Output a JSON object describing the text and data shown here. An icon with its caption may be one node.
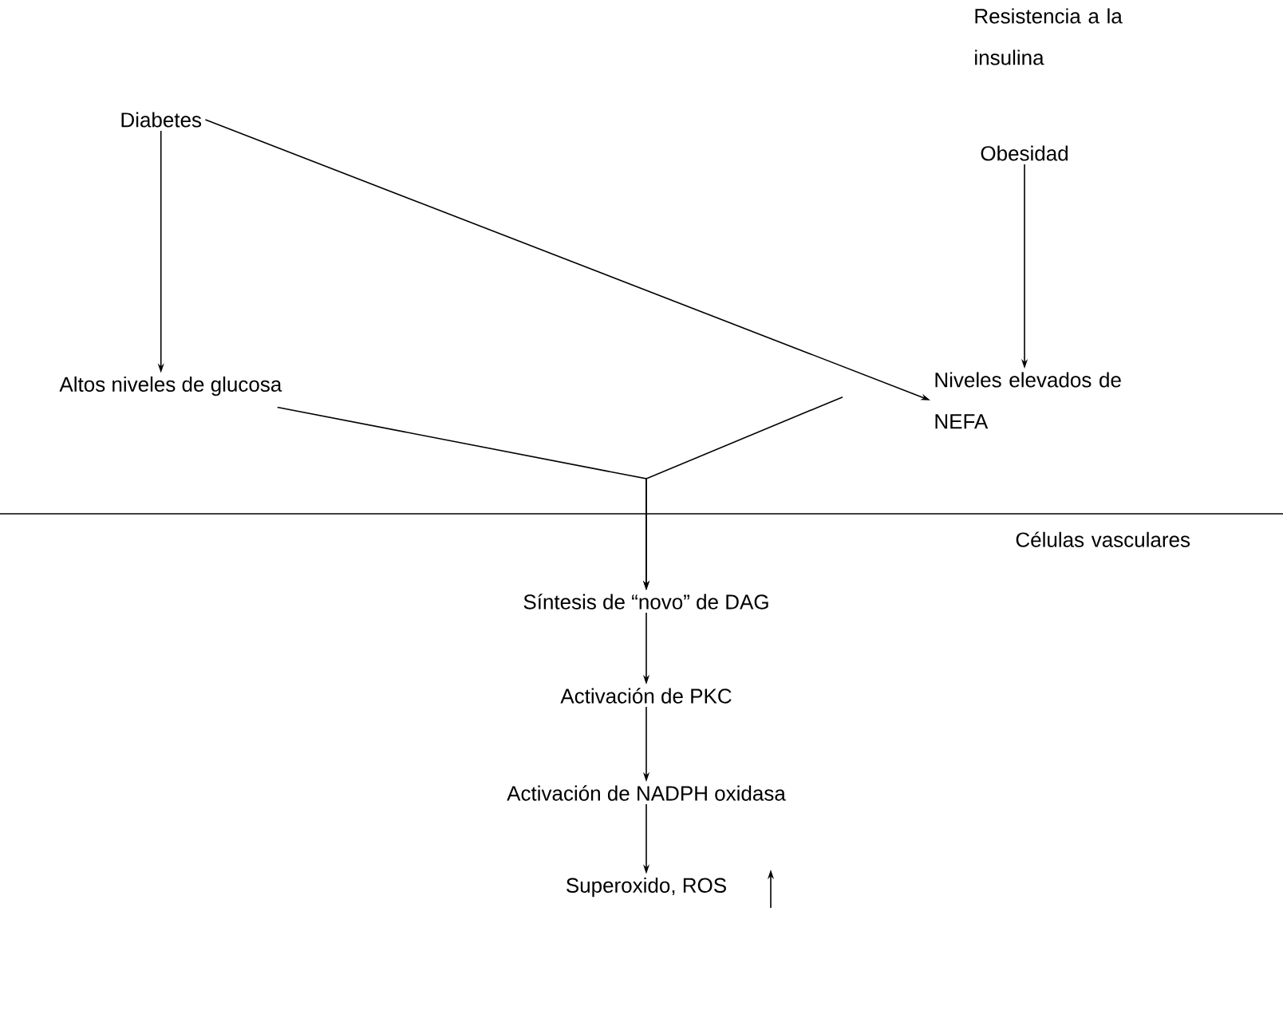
{
  "diagram": {
    "nodes": [
      {
        "text": [
          "Diabetes"
        ]
      },
      {
        "text": [
          "Obesidad"
        ]
      },
      {
        "text": [
          "Altos niveles de glucosa"
        ]
      },
      {
        "text": [
          "Niveles elevados de NEFA"
        ]
      },
      {
        "text": [
          "Síntesis de “novo” de DAG"
        ]
      },
      {
        "text": [
          "Activación de PKC"
        ]
      },
      {
        "text": [
          "Activación de NADPH oxidasa"
        ]
      },
      {
        "text": [
          "Superoxido, ROS"
        ]
      }
    ],
    "edges": [
      {
        "from": 0,
        "to": 2,
        "arrow": "to"
      },
      {
        "from": 0,
        "to": 3,
        "arrow": "to"
      },
      {
        "from": 1,
        "to": 3,
        "arrow": "to"
      },
      {
        "from": 2,
        "to": 4,
        "arrow": "to"
      },
      {
        "from": 3,
        "to": 4,
        "arrow": "to"
      },
      {
        "from": 4,
        "to": 5,
        "arrow": "to"
      },
      {
        "from": 5,
        "to": 6,
        "arrow": "to"
      },
      {
        "from": 6,
        "to": 7,
        "arrow": "to"
      }
    ],
    "labels": [
      "Resistencia a la insulina",
      "Células vasculares"
    ]
  }
}
